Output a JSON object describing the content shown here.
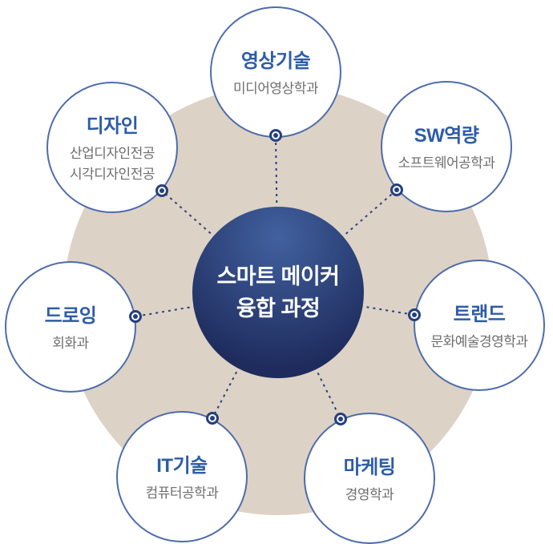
{
  "center": {
    "line1": "스마트 메이커",
    "line2": "융합 과정"
  },
  "nodes": [
    {
      "id": "video-tech",
      "title": "영상기술",
      "subtitles": [
        "미디어영상학과"
      ]
    },
    {
      "id": "sw-capability",
      "title": "SW역량",
      "subtitles": [
        "소프트웨어공학과"
      ]
    },
    {
      "id": "trend",
      "title": "트랜드",
      "subtitles": [
        "문화예술경영학과"
      ]
    },
    {
      "id": "marketing",
      "title": "마케팅",
      "subtitles": [
        "경영학과"
      ]
    },
    {
      "id": "it-tech",
      "title": "IT기술",
      "subtitles": [
        "컴퓨터공학과"
      ]
    },
    {
      "id": "drawing",
      "title": "드로잉",
      "subtitles": [
        "회화과"
      ]
    },
    {
      "id": "design",
      "title": "디자인",
      "subtitles": [
        "산업디자인전공",
        "시각디자인전공"
      ]
    }
  ],
  "colors": {
    "bg-circle": "#ddd2c6",
    "node-border": "#4d6cab",
    "node-title": "#2d5ca8",
    "node-subtitle": "#6e6e6e",
    "center-top": "#41619f",
    "center-bottom": "#1e2b5c",
    "center-text": "#ffffff",
    "connector": "#24407e"
  }
}
